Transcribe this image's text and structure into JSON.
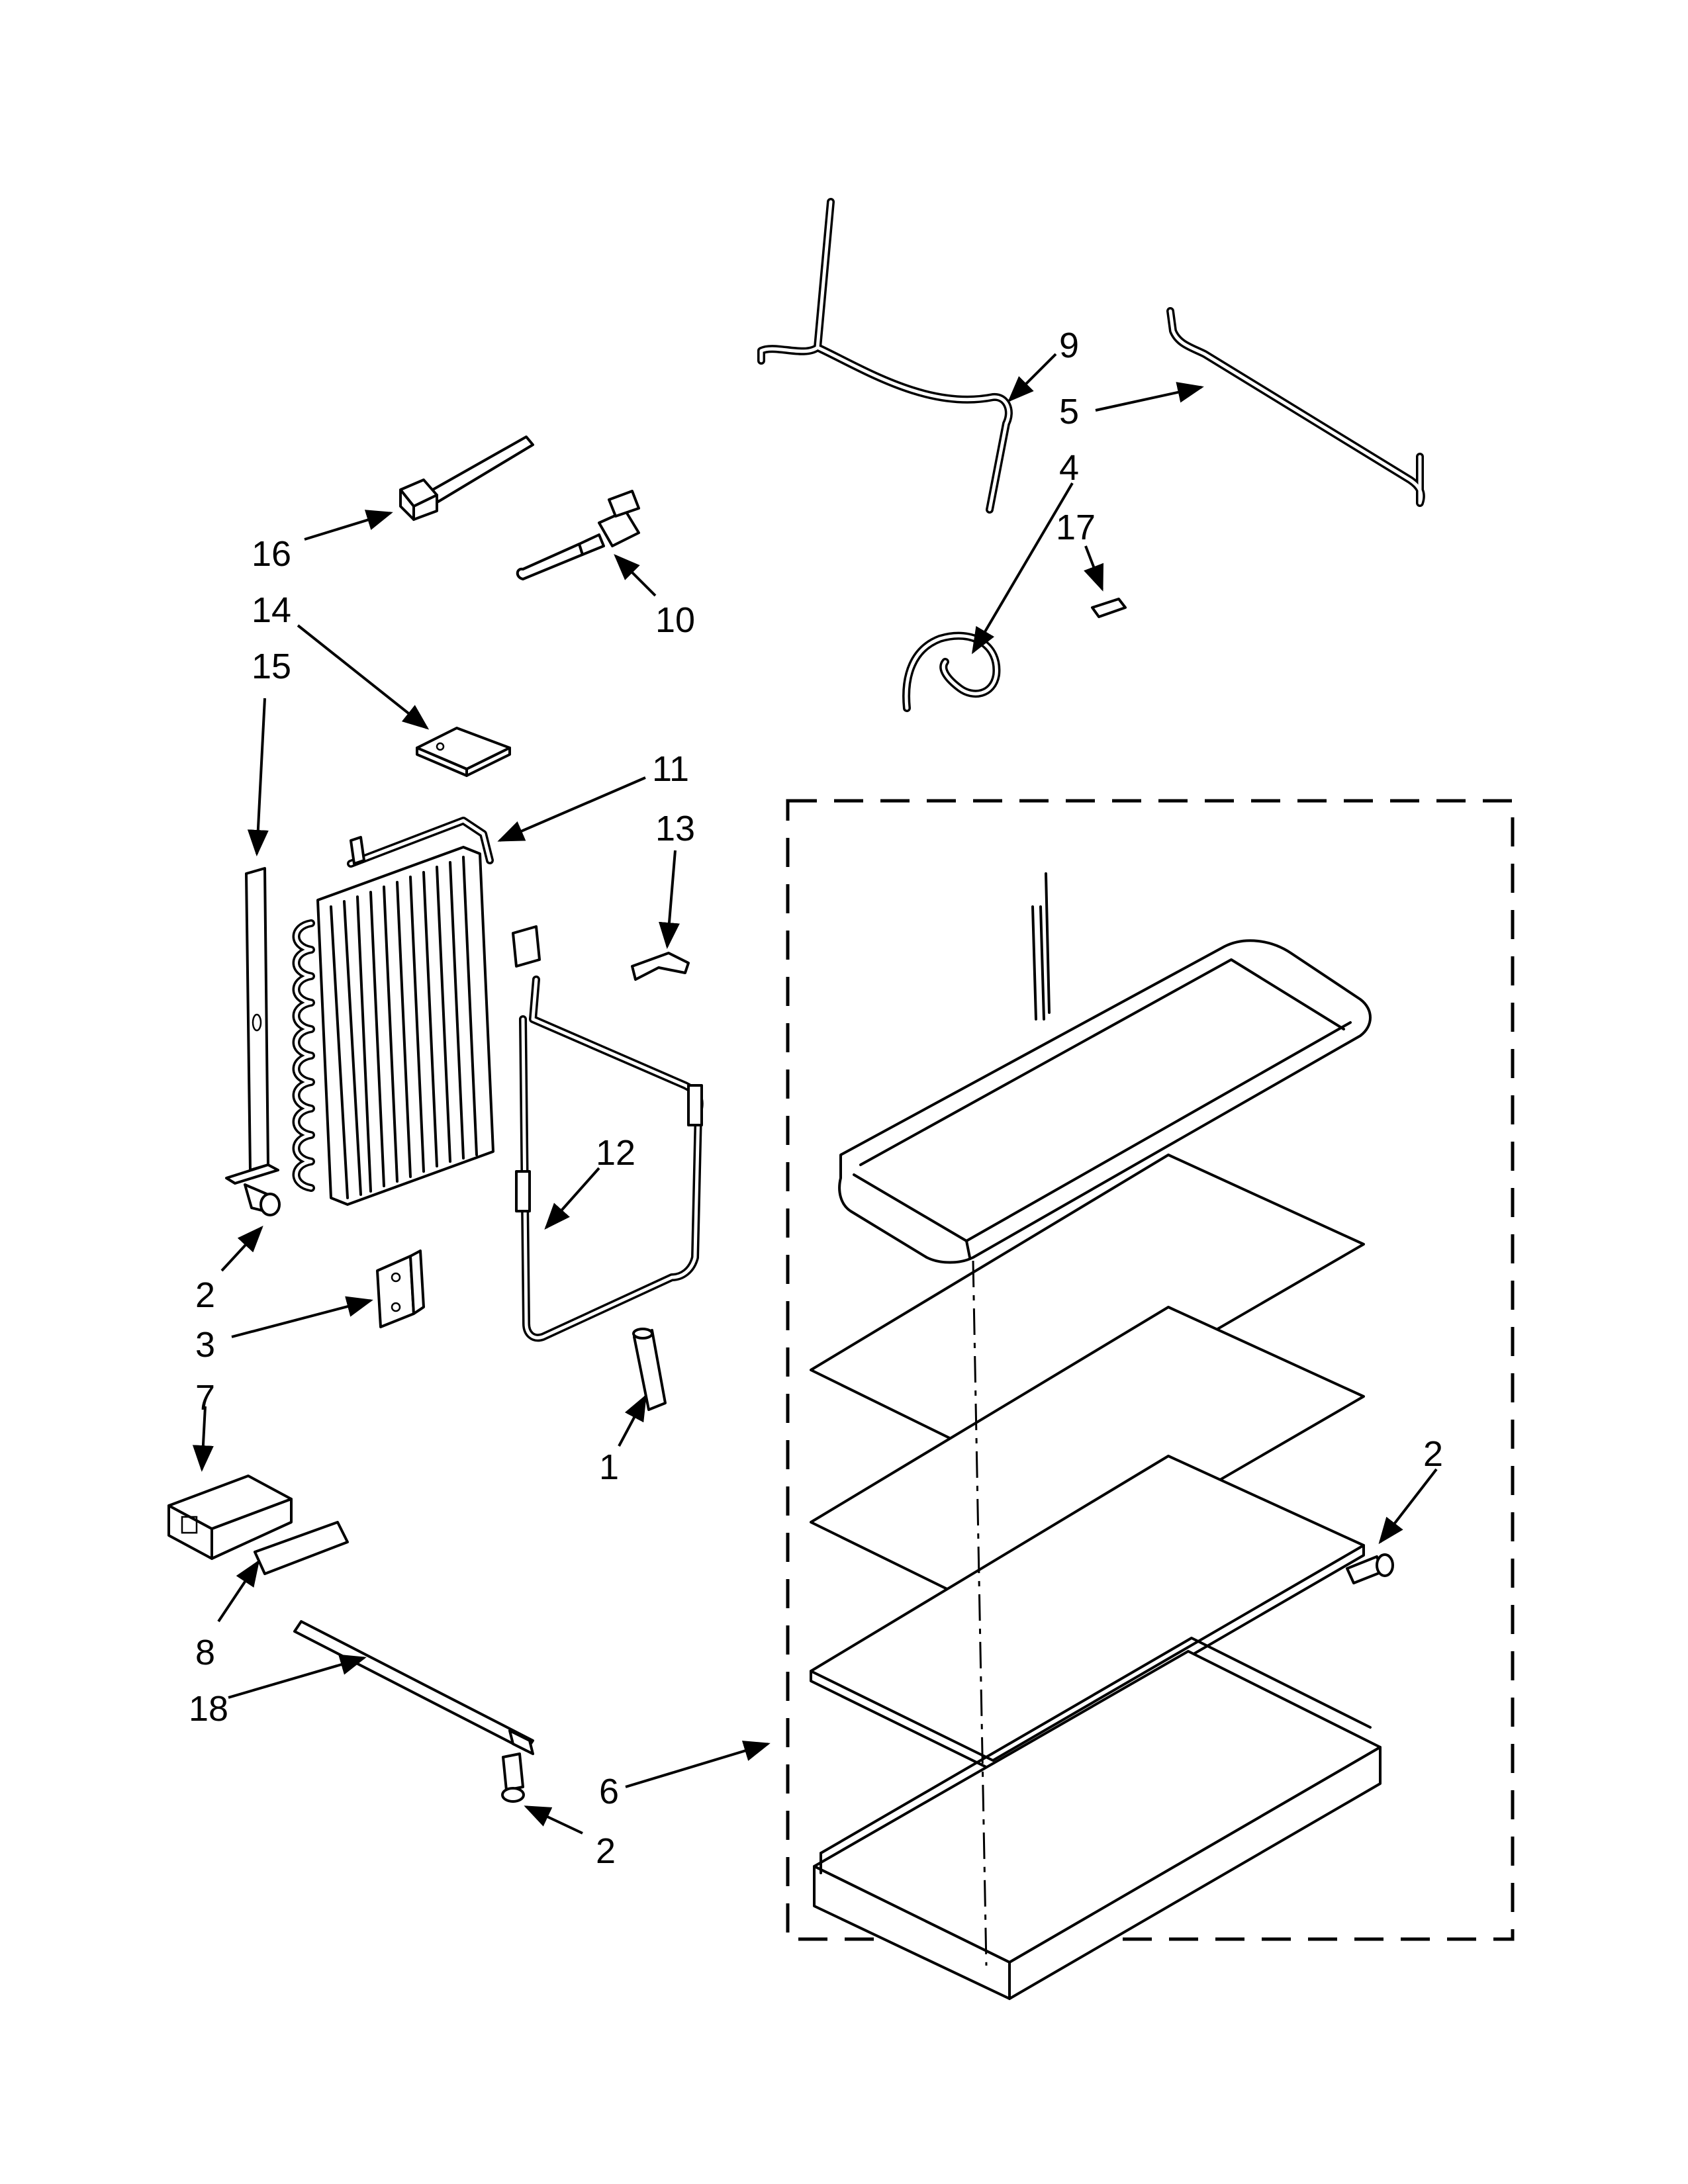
{
  "diagram": {
    "callouts": [
      {
        "id": "1",
        "text": "1"
      },
      {
        "id": "2a",
        "text": "2"
      },
      {
        "id": "2b",
        "text": "2"
      },
      {
        "id": "2c",
        "text": "2"
      },
      {
        "id": "3",
        "text": "3"
      },
      {
        "id": "4",
        "text": "4"
      },
      {
        "id": "5",
        "text": "5"
      },
      {
        "id": "6",
        "text": "6"
      },
      {
        "id": "7",
        "text": "7"
      },
      {
        "id": "8",
        "text": "8"
      },
      {
        "id": "9",
        "text": "9"
      },
      {
        "id": "10",
        "text": "10"
      },
      {
        "id": "11",
        "text": "11"
      },
      {
        "id": "12",
        "text": "12"
      },
      {
        "id": "13",
        "text": "13"
      },
      {
        "id": "14",
        "text": "14"
      },
      {
        "id": "15",
        "text": "15"
      },
      {
        "id": "16",
        "text": "16"
      },
      {
        "id": "17",
        "text": "17"
      },
      {
        "id": "18",
        "text": "18"
      }
    ]
  }
}
